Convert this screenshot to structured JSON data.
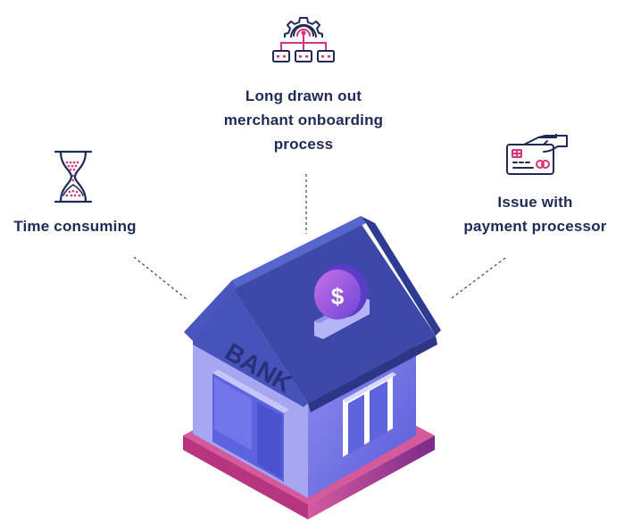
{
  "title": "",
  "issues": [
    {
      "lines": [
        "Long drawn out",
        "merchant onboarding",
        "process"
      ],
      "icon": "network-gear-icon"
    },
    {
      "lines": [
        "Time consuming"
      ],
      "icon": "hourglass-icon"
    },
    {
      "lines": [
        "Issue with",
        "payment processor"
      ],
      "icon": "hand-card-icon"
    }
  ],
  "bank": {
    "sign": "BANK",
    "coin_symbol": "$"
  },
  "colors": {
    "text": "#1f2a56",
    "accent": "#d6337a",
    "roof": "#3b4aa6",
    "wall": "#a9a7f0",
    "base": "#b0387e"
  }
}
